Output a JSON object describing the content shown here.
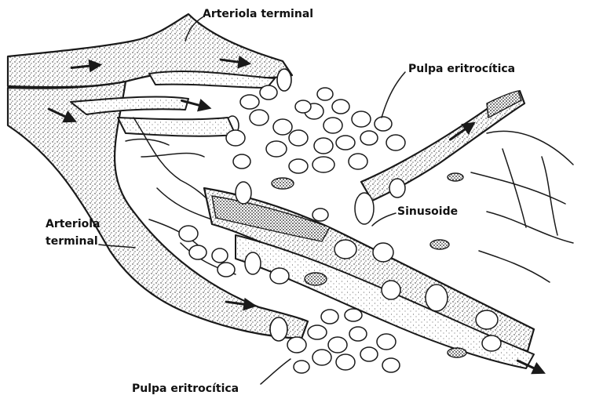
{
  "labels": {
    "arteriola_top": "Arteriola terminal",
    "pulpa_top": "Pulpa eritrocítica",
    "arteriola_left_line1": "Arteriola",
    "arteriola_left_line2": "terminal",
    "sinusoide": "Sinusoide",
    "pulpa_bottom": "Pulpa eritrocítica"
  }
}
